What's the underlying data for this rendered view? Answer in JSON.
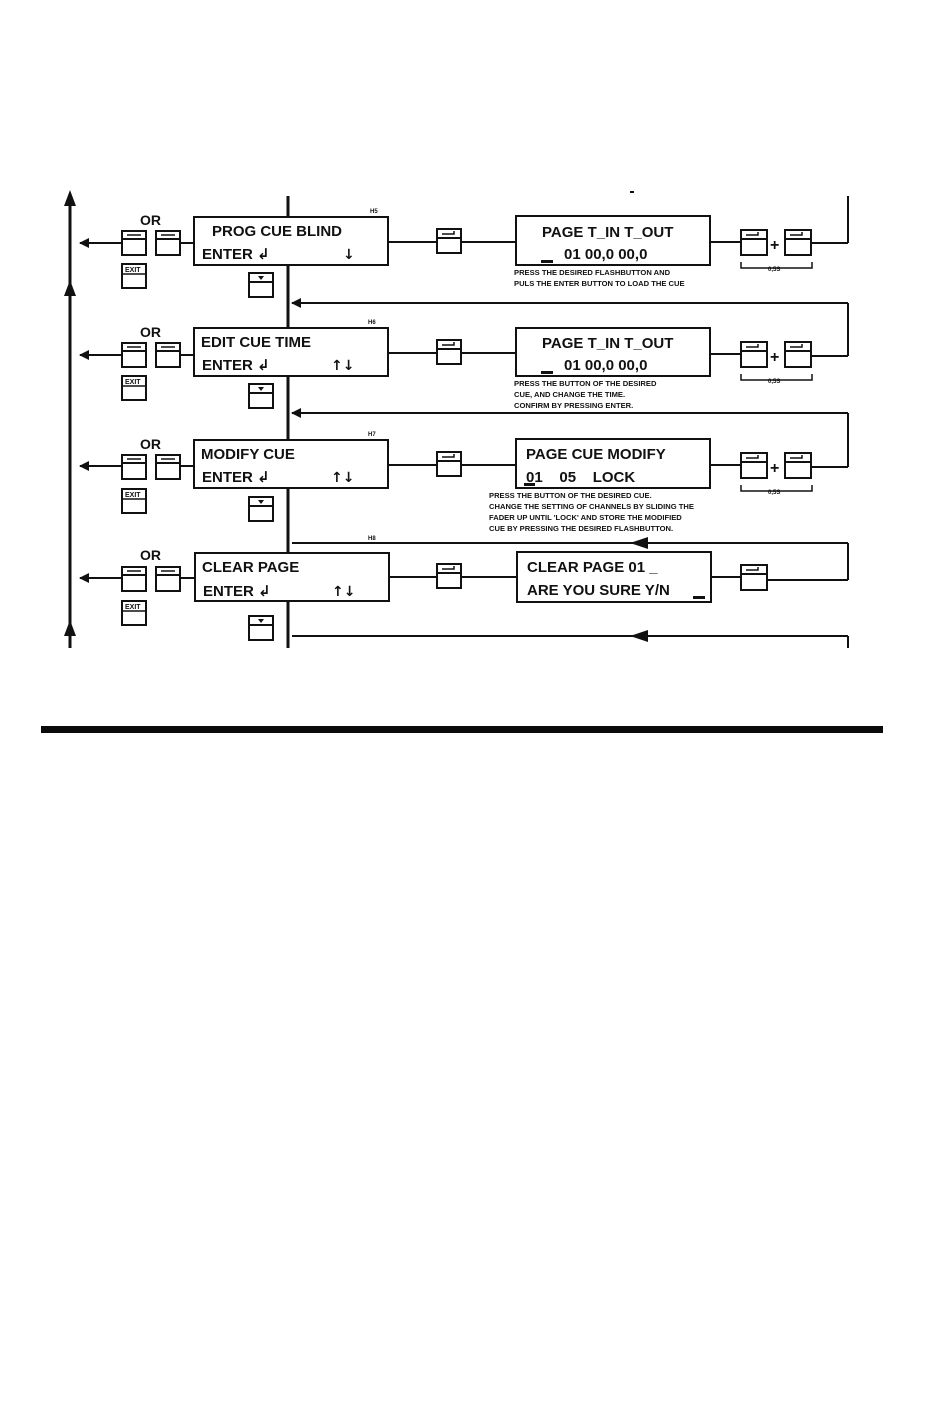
{
  "rows": [
    {
      "id": "H5",
      "or_label": "OR",
      "menu": {
        "line1": "PROG CUE BLIND",
        "line2": "ENTER ↲",
        "arrows": "↓"
      },
      "display": {
        "line1": "PAGE T_IN  T_OUT",
        "line2": "01   00,0  00,0"
      },
      "note": [
        "PRESS THE DESIRED FLASHBUTTON AND",
        "PULS THE ENTER BUTTON TO LOAD THE CUE"
      ],
      "hold_label": "0,5S"
    },
    {
      "id": "H6",
      "or_label": "OR",
      "menu": {
        "line1": "EDIT CUE TIME",
        "line2": "ENTER ↲",
        "arrows": "↑↓"
      },
      "display": {
        "line1": "PAGE T_IN  T_OUT",
        "line2": "01   00,0  00,0"
      },
      "note": [
        "PRESS THE BUTTON OF THE DESIRED",
        "CUE, AND CHANGE THE TIME.",
        "CONFIRM BY PRESSING ENTER."
      ],
      "hold_label": "0,5S"
    },
    {
      "id": "H7",
      "or_label": "OR",
      "menu": {
        "line1": "MODIFY CUE",
        "line2": "ENTER ↲",
        "arrows": "↑↓"
      },
      "display": {
        "line1": "PAGE CUE MODIFY",
        "line2": "01    05    LOCK"
      },
      "note": [
        "PRESS THE BUTTON OF THE DESIRED CUE.",
        "CHANGE THE SETTING OF CHANNELS BY SLIDING THE",
        "FADER UP UNTIL 'LOCK' AND STORE THE MODIFIED",
        "CUE BY PRESSING THE DESIRED FLASHBUTTON."
      ],
      "hold_label": "0,5S"
    },
    {
      "id": "H8",
      "or_label": "OR",
      "menu": {
        "line1": "CLEAR PAGE",
        "line2": "ENTER ↲",
        "arrows": "↑↓"
      },
      "display": {
        "line1": "CLEAR PAGE 01  _",
        "line2": "ARE YOU SURE Y/N"
      },
      "note": [],
      "hold_label": ""
    }
  ],
  "buttons": {
    "exit_label": "EXIT",
    "plus": "+"
  },
  "colors": {
    "ink": "#111111",
    "background": "#ffffff"
  }
}
